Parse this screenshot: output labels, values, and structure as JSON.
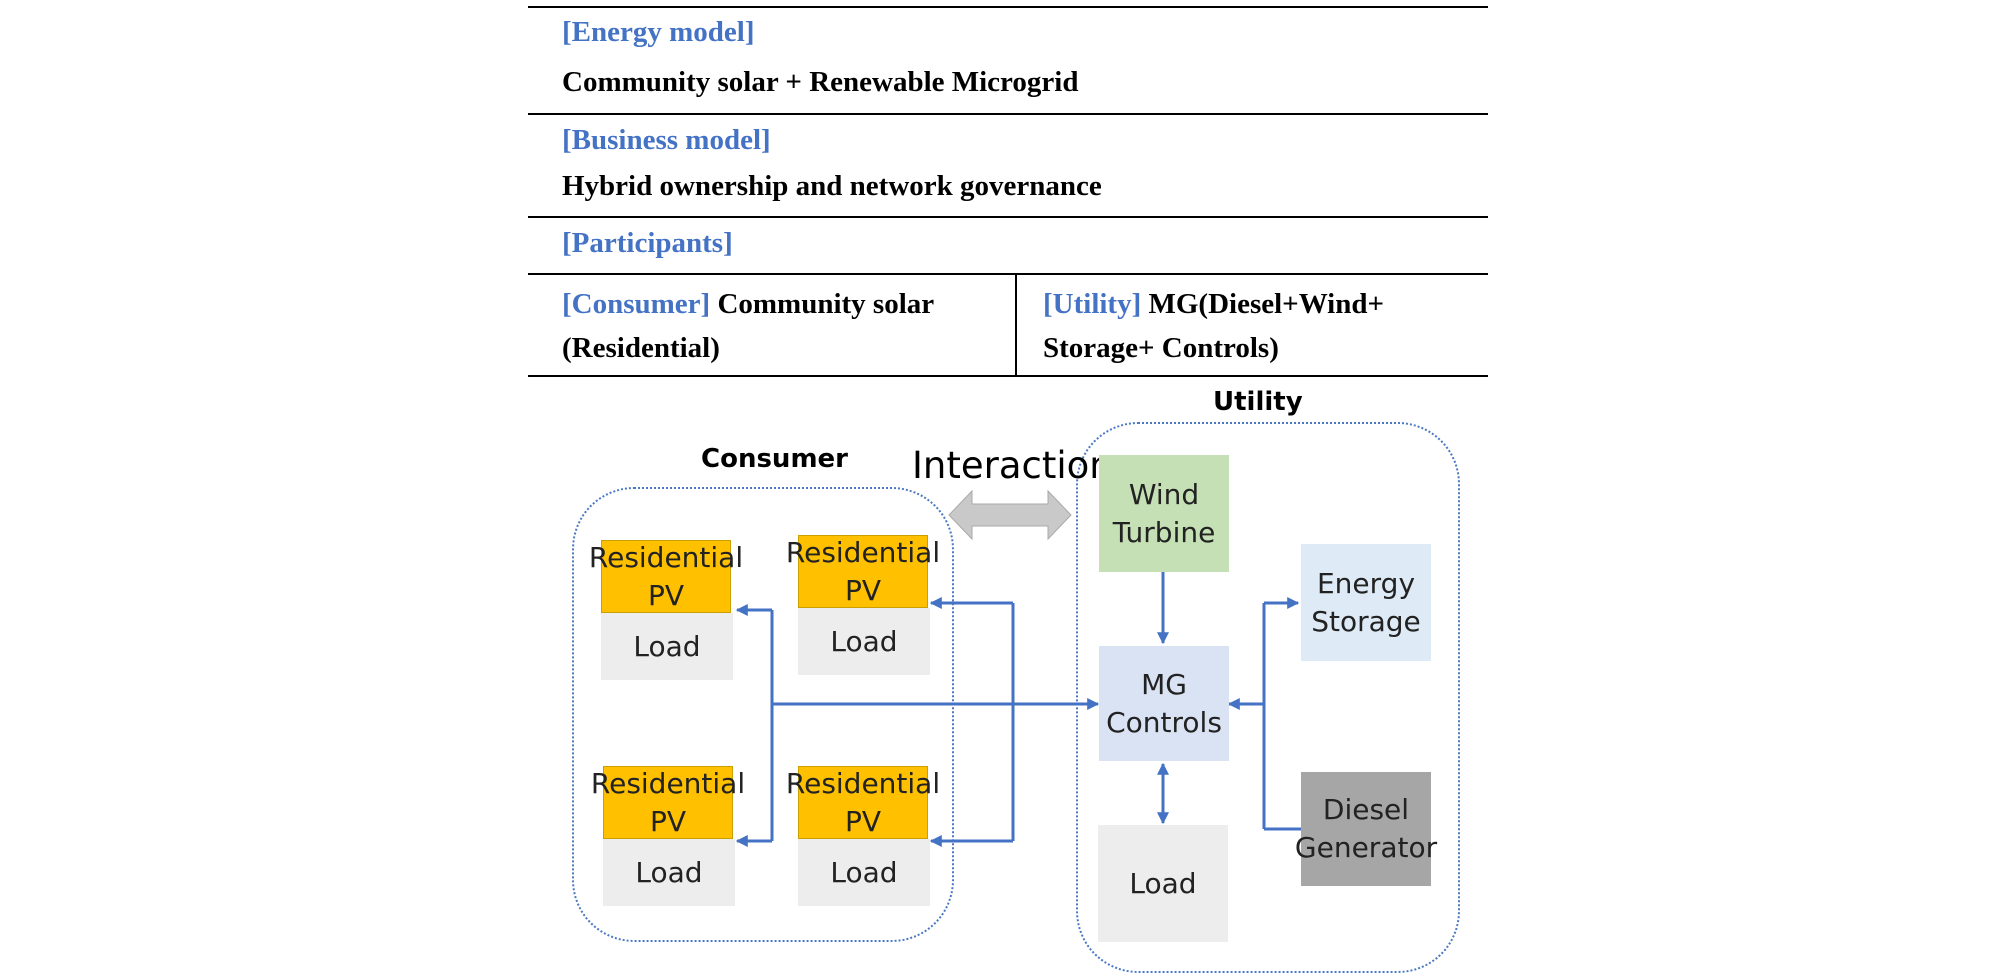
{
  "table": {
    "energy_model": {
      "header": "[Energy model]",
      "value": "Community solar + Renewable Microgrid"
    },
    "business_model": {
      "header": "[Business model]",
      "value": "Hybrid ownership and network governance"
    },
    "participants": {
      "header": "[Participants]",
      "consumer": {
        "tag": "[Consumer]",
        "text": " Community solar (Residential)"
      },
      "utility": {
        "tag": "[Utility]",
        "text": " MG(Diesel+Wind+ Storage+ Controls)"
      }
    }
  },
  "diagram": {
    "consumer_group": {
      "label": "Consumer",
      "units": [
        {
          "pv": "Residential PV",
          "load": "Load"
        },
        {
          "pv": "Residential PV",
          "load": "Load"
        },
        {
          "pv": "Residential PV",
          "load": "Load"
        },
        {
          "pv": "Residential PV",
          "load": "Load"
        }
      ]
    },
    "interaction_label": "Interaction",
    "utility_group": {
      "label": "Utility",
      "wind_turbine": "Wind Turbine",
      "mg_controls": "MG Controls",
      "energy_storage": "Energy Storage",
      "diesel_generator": "Diesel Generator",
      "load": "Load"
    },
    "colors": {
      "header_blue": "#4472C4",
      "connector_blue": "#4472C4",
      "pv_yellow": "#FFC000",
      "load_gray": "#EDEDED",
      "wind_green": "#C5E0B4",
      "mg_blue": "#DAE3F3",
      "storage_blue": "#DEEBF7",
      "diesel_gray": "#A6A6A6"
    }
  }
}
